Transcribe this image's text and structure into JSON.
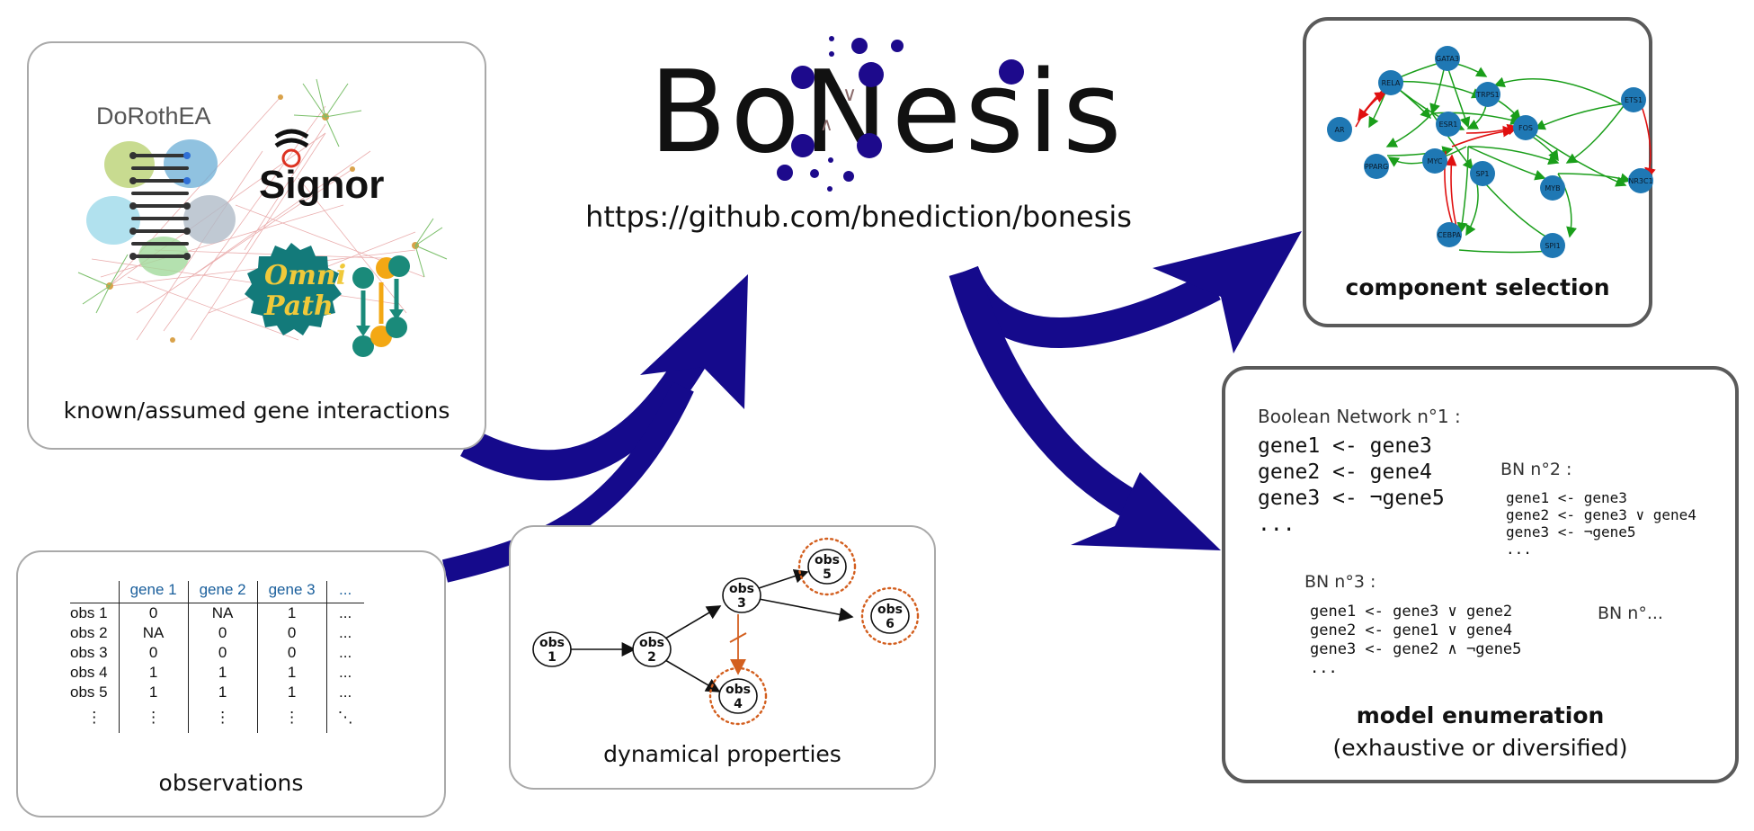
{
  "logo": {
    "text": "BoNesis",
    "marks_upper": "∨",
    "marks_lower": "∧"
  },
  "url": "https://github.com/bnediction/bonesis",
  "panels": {
    "interactions": {
      "caption": "known/assumed gene interactions",
      "dorothea_label": "DoRothEA",
      "signor_label": "Signor",
      "omnipath_line1": "Omni",
      "omnipath_line2": "Path"
    },
    "observations": {
      "caption": "observations",
      "columns": [
        "gene 1",
        "gene 2",
        "gene 3",
        "..."
      ],
      "rows": [
        {
          "label": "obs 1",
          "v1": "0",
          "v2": "NA",
          "v3": "1",
          "v4": "..."
        },
        {
          "label": "obs 2",
          "v1": "NA",
          "v2": "0",
          "v3": "0",
          "v4": "..."
        },
        {
          "label": "obs 3",
          "v1": "0",
          "v2": "0",
          "v3": "0",
          "v4": "..."
        },
        {
          "label": "obs 4",
          "v1": "1",
          "v2": "1",
          "v3": "1",
          "v4": "..."
        },
        {
          "label": "obs 5",
          "v1": "1",
          "v2": "1",
          "v3": "1",
          "v4": "..."
        }
      ],
      "vdots": "⋮",
      "ddots": "⋱"
    },
    "dynamics": {
      "caption": "dynamical properties",
      "nodes": [
        {
          "id": "n1",
          "top": "obs",
          "bottom": "1"
        },
        {
          "id": "n2",
          "top": "obs",
          "bottom": "2"
        },
        {
          "id": "n3",
          "top": "obs",
          "bottom": "3"
        },
        {
          "id": "n4",
          "top": "obs",
          "bottom": "4"
        },
        {
          "id": "n5",
          "top": "obs",
          "bottom": "5"
        },
        {
          "id": "n6",
          "top": "obs",
          "bottom": "6"
        }
      ]
    },
    "components": {
      "caption": "component selection",
      "nodes": [
        "GATA3",
        "RELA",
        "TRPS1",
        "ETS1",
        "AR",
        "ESR1",
        "FOS",
        "PPARG",
        "MYC",
        "SP1",
        "NR3C1",
        "MYB",
        "CEBPA",
        "SPI1"
      ]
    },
    "enumeration": {
      "caption": "model enumeration",
      "subcaption": "(exhaustive or diversified)",
      "bn1": {
        "title": "Boolean Network  n°1 :",
        "lines": [
          "gene1 <- gene3",
          "gene2 <- gene4",
          "gene3 <- ¬gene5",
          "..."
        ]
      },
      "bn2": {
        "title": "BN n°2 :",
        "lines": [
          "gene1 <- gene3",
          "gene2 <- gene3 ∨ gene4",
          "gene3 <- ¬gene5",
          "..."
        ]
      },
      "bn3": {
        "title": "BN n°3 :",
        "lines": [
          "gene1 <- gene3 ∨ gene2",
          "gene2 <- gene1 ∨ gene4",
          "gene3 <- gene2 ∧ ¬gene5",
          "..."
        ]
      },
      "bnn": {
        "title": "BN n°..."
      }
    }
  },
  "colors": {
    "arrow": "#150a8c",
    "logo_dots": "#1d0a8c",
    "network_node": "#1f78b4",
    "edge_activation": "#1a9e1a",
    "edge_inhibition": "#e01010",
    "dynamics_highlight": "#d35f1f",
    "header_blue": "#1a5f9c"
  }
}
